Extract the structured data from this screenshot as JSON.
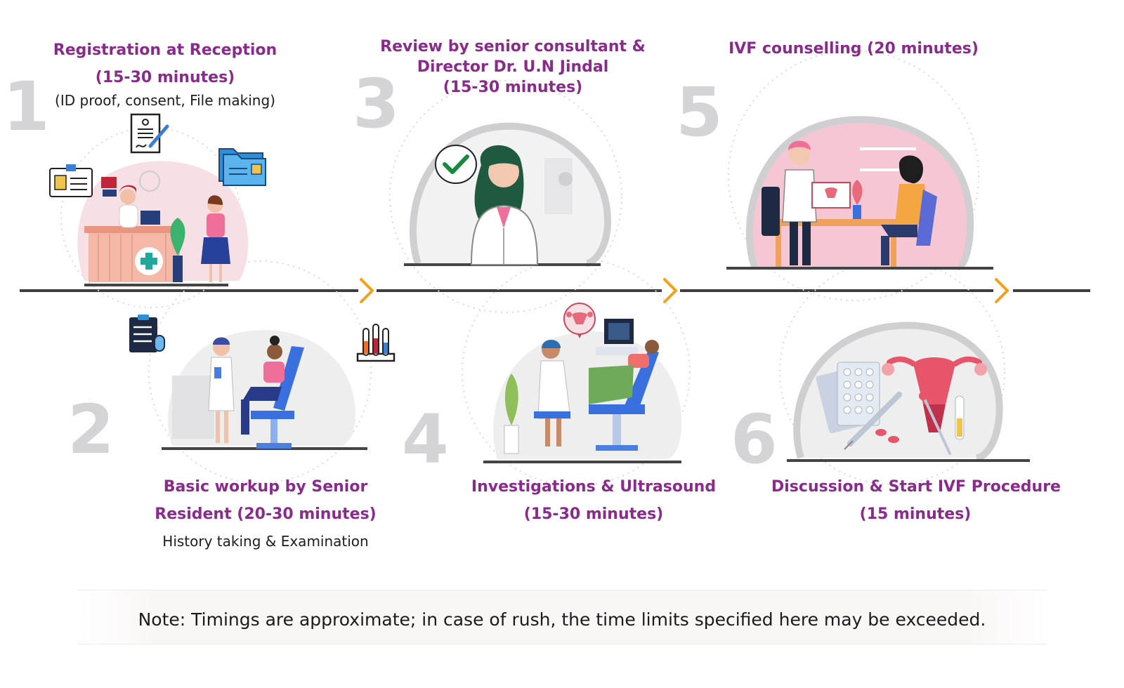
{
  "steps": [
    {
      "number": "1",
      "title_lines": [
        "Registration at Reception",
        "(15-30 minutes)"
      ],
      "detail": "(ID proof, consent, File making)"
    },
    {
      "number": "2",
      "title_lines": [
        "Basic workup by Senior",
        "Resident (20-30 minutes)"
      ],
      "detail": "History taking & Examination"
    },
    {
      "number": "3",
      "title_lines": [
        "Review by senior consultant &",
        "Director Dr. U.N Jindal",
        "(15-30 minutes)"
      ]
    },
    {
      "number": "4",
      "title_lines": [
        "Investigations & Ultrasound",
        "(15-30 minutes)"
      ]
    },
    {
      "number": "5",
      "title_lines": [
        "IVF counselling (20 minutes)"
      ]
    },
    {
      "number": "6",
      "title_lines": [
        "Discussion & Start IVF Procedure",
        "(15 minutes)"
      ]
    }
  ],
  "note": "Note: Timings are approximate; in case of rush, the time limits specified here may be exceeded.",
  "icons": {
    "step1": [
      "document-sign-icon",
      "id-card-icon",
      "folder-icon",
      "reception-desk-illustration"
    ],
    "step2": [
      "checklist-icon",
      "test-tubes-icon",
      "gynae-exam-illustration"
    ],
    "step3": [
      "checkmark-icon",
      "doctor-illustration"
    ],
    "step4": [
      "uterus-icon",
      "ultrasound-illustration"
    ],
    "step5": [
      "counselling-illustration"
    ],
    "step6": [
      "ivf-procedure-illustration"
    ]
  },
  "colors": {
    "accent": "#8a2a8c",
    "arrow": "#f5a11a",
    "line": "#3e3e3e",
    "number": "#d4d4d6"
  }
}
